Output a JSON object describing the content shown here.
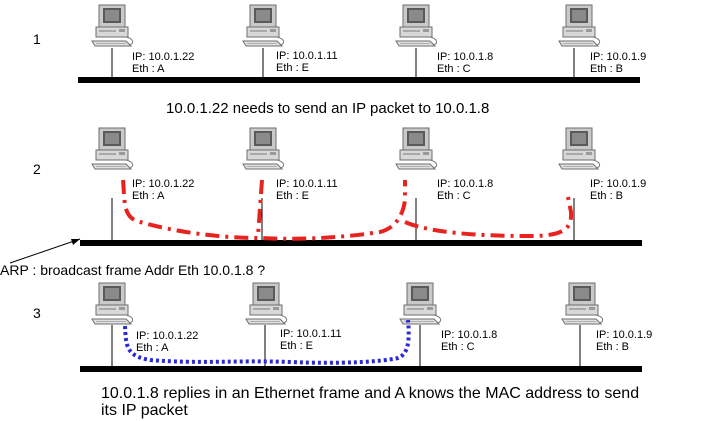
{
  "steps": [
    {
      "number": "1",
      "nodes": [
        {
          "ip": "IP: 10.0.1.22",
          "eth": "Eth : A"
        },
        {
          "ip": "IP: 10.0.1.11",
          "eth": "Eth : E"
        },
        {
          "ip": "IP: 10.0.1.8",
          "eth": "Eth : C"
        },
        {
          "ip": "IP: 10.0.1.9",
          "eth": "Eth : B"
        }
      ]
    },
    {
      "number": "2",
      "nodes": [
        {
          "ip": "IP: 10.0.1.22",
          "eth": "Eth : A"
        },
        {
          "ip": "IP: 10.0.1.11",
          "eth": "Eth : E"
        },
        {
          "ip": "IP: 10.0.1.8",
          "eth": "Eth : C"
        },
        {
          "ip": "IP: 10.0.1.9",
          "eth": "Eth : B"
        }
      ]
    },
    {
      "number": "3",
      "nodes": [
        {
          "ip": "IP: 10.0.1.22",
          "eth": "Eth : A"
        },
        {
          "ip": "IP: 10.0.1.11",
          "eth": "Eth : E"
        },
        {
          "ip": "IP: 10.0.1.8",
          "eth": "Eth : C"
        },
        {
          "ip": "IP: 10.0.1.9",
          "eth": "Eth : B"
        }
      ]
    }
  ],
  "captions": {
    "step1": "10.0.1.22 needs to send an IP packet to  10.0.1.8",
    "arp": "ARP : broadcast frame Addr Eth 10.0.1.8 ?",
    "step3_line1": "10.0.1.8 replies in an Ethernet frame and A knows the MAC address to send",
    "step3_line2": "its IP packet"
  },
  "colors": {
    "broadcast": "#e8231f",
    "reply": "#2b2bd6",
    "bus": "#000000"
  }
}
